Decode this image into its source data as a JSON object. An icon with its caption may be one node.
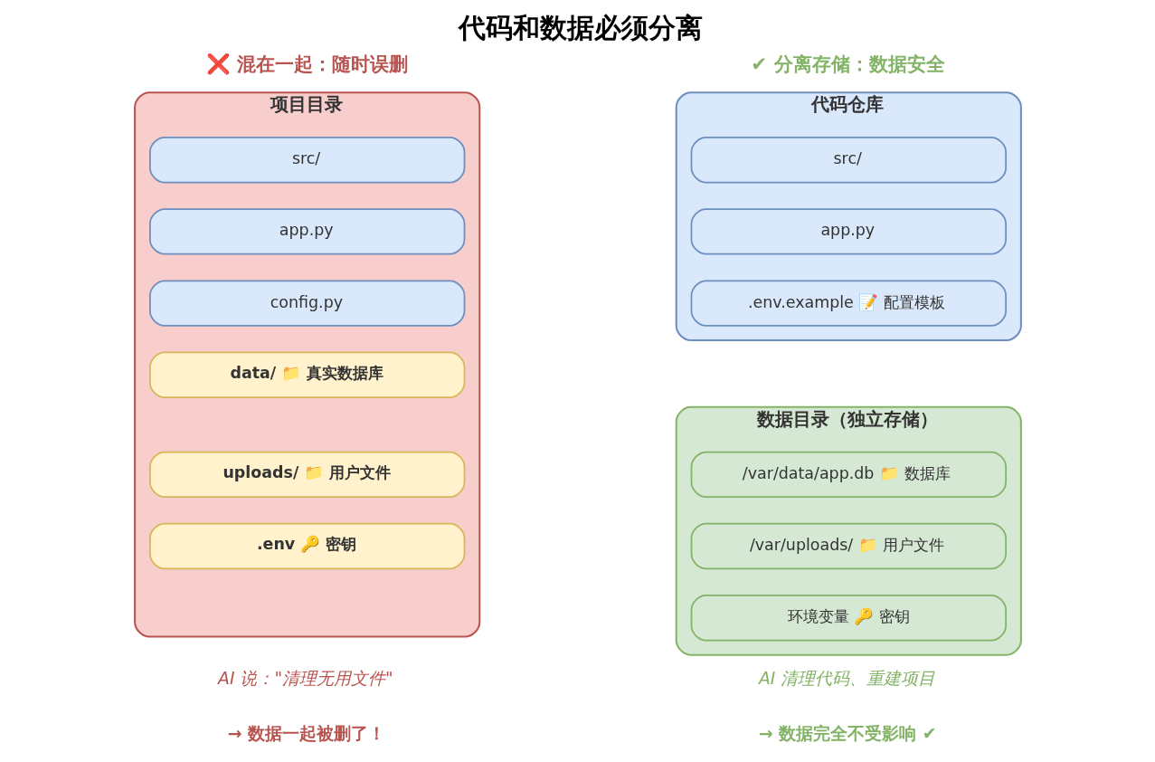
{
  "diagram": {
    "title": "代码和数据必须分离",
    "nodes": [
      {
        "text": [
          "项目目录"
        ]
      },
      {
        "text": [
          "src/"
        ],
        "in": 0
      },
      {
        "text": [
          "app.py"
        ],
        "in": 0
      },
      {
        "text": [
          "config.py"
        ],
        "in": 0
      },
      {
        "text": [
          "data/ 📁 真实数据库"
        ],
        "in": 0
      },
      {
        "text": [
          "uploads/ 📁 用户文件"
        ],
        "in": 0
      },
      {
        "text": [
          ".env 🔑 密钥"
        ],
        "in": 0
      },
      {
        "text": [
          "代码仓库"
        ]
      },
      {
        "text": [
          "src/"
        ],
        "in": 7
      },
      {
        "text": [
          "app.py"
        ],
        "in": 7
      },
      {
        "text": [
          ".env.example 📝 配置模板"
        ],
        "in": 7
      },
      {
        "text": [
          "数据目录（独立存储）"
        ]
      },
      {
        "text": [
          "/var/data/app.db 📁 数据库"
        ],
        "in": 11
      },
      {
        "text": [
          "/var/uploads/ 📁 用户文件"
        ],
        "in": 11
      },
      {
        "text": [
          "环境变量 🔑 密钥"
        ],
        "in": 11
      }
    ],
    "labels": [
      "❌ 混在一起：随时误删",
      "✔ 分离存储：数据安全",
      "AI 说：\"清理无用文件\"",
      "→ 数据一起被删了！",
      "AI 清理代码、重建项目",
      "→ 数据完全不受影响 ✔"
    ]
  }
}
